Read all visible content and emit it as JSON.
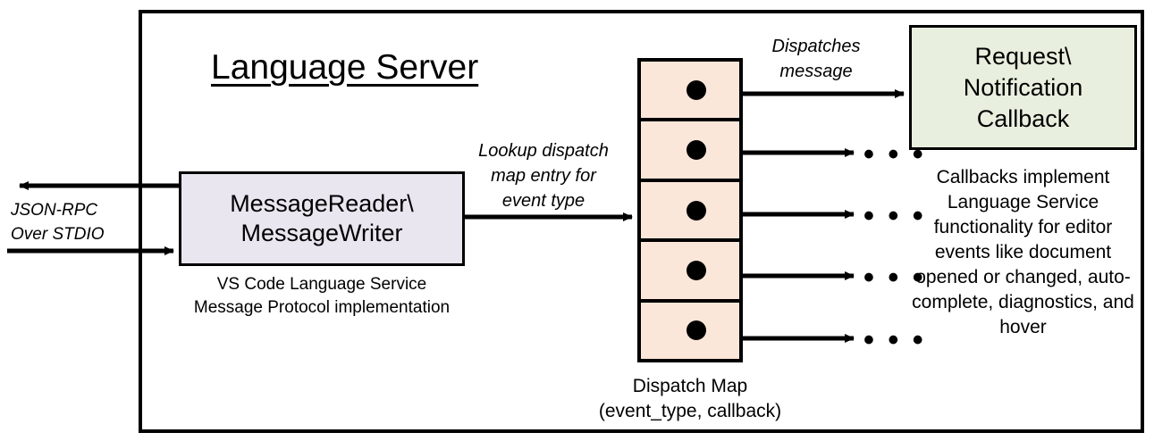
{
  "diagram": {
    "title": "Language Server",
    "nodes": {
      "message_io": {
        "line1": "MessageReader\\",
        "line2": "MessageWriter",
        "caption": "VS Code Language Service\nMessage Protocol implementation",
        "fill": "#EAE6F0"
      },
      "dispatch_map": {
        "caption": "Dispatch Map\n(event_type, callback)",
        "fill": "#FBE7DA",
        "rows": 5,
        "row_names": [
          "dispatch-row-1",
          "dispatch-row-2",
          "dispatch-row-3",
          "dispatch-row-4",
          "dispatch-row-5"
        ]
      },
      "callback": {
        "line1": "Request\\",
        "line2": "Notification",
        "line3": "Callback",
        "caption": "Callbacks implement Language Service functionality for editor events like document opened or changed, auto-complete, diagnostics, and hover",
        "fill": "#E8EFDE"
      }
    },
    "edges": {
      "jsonrpc": "JSON-RPC\nOver STDIO",
      "lookup": "Lookup dispatch\nmap entry for\nevent type",
      "dispatches": "Dispatches\nmessage"
    },
    "ellipsis": "• • •",
    "colors": {
      "stroke": "#000000",
      "background": "#FFFFFF"
    }
  }
}
